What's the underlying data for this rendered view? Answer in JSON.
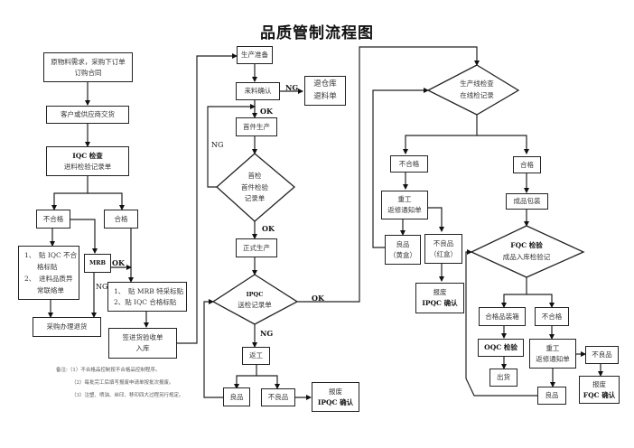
{
  "title": "品质管制流程图",
  "nodes": {
    "raw_material": [
      "原物料需求，采购下订单",
      "订购合同"
    ],
    "delivery": "客户或供应商交货",
    "iqc": [
      "IQC 检查",
      "进料检验记录单"
    ],
    "iqc_fail": "不合格",
    "iqc_pass": "合格",
    "iqc_fail_actions": [
      "1、　贴 IQC 不合",
      "格标贴",
      "2、　进料品质异",
      "常联络单"
    ],
    "mrb": "MRB",
    "mrb_actions": [
      "1、　贴 MRB 特采标贴",
      "2、贴 IQC 合格标贴"
    ],
    "purchase_return": "采购办理退货",
    "receiving": [
      "签进货验收单",
      "入库"
    ],
    "prod_prep": "生产准备",
    "material_confirm": "来料确认",
    "return_warehouse": [
      "退仓库",
      "退料单"
    ],
    "first_article": "首件生产",
    "first_inspection": [
      "首检",
      "首件检验",
      "记录单"
    ],
    "formal_production": "正式生产",
    "ipqc": [
      "IPQC",
      "送检记录单"
    ],
    "rework_ipqc": "返工",
    "ipqc_good": "良品",
    "ipqc_bad": "不良品",
    "ipqc_scrap": [
      "报废",
      "IPQC 确认"
    ],
    "line_inspection": [
      "生产线检查",
      "在线检记录"
    ],
    "line_fail": "不合格",
    "line_pass": "合格",
    "line_rework": [
      "重工",
      "返修通知单"
    ],
    "line_good": [
      "良品",
      "（黄盒）"
    ],
    "line_bad": [
      "不良品",
      "（红盒）"
    ],
    "line_scrap": [
      "报废",
      "IPQC 确认"
    ],
    "packing": "成品包装",
    "fqc": [
      "FQC 检验",
      "成品入库检验记"
    ],
    "fqc_pass_box": "合格品装箱",
    "fqc_fail": "不合格",
    "oqc": "OQC 检验",
    "shipment": "出货",
    "fqc_rework": [
      "重工",
      "返修通知单"
    ],
    "fqc_bad": "不良品",
    "fqc_scrap": [
      "报废",
      "FQC 确认"
    ],
    "fqc_good": "良品"
  },
  "labels": {
    "ok": "OK",
    "ng": "NG"
  },
  "notes": [
    "备注:（1）不合格品控制按不合格品控制程序。",
    "（2）每批完工后填写报废申请单按批次报废。",
    "（3）注塑、喷油、丝印、移印四大过程另行规定。"
  ]
}
